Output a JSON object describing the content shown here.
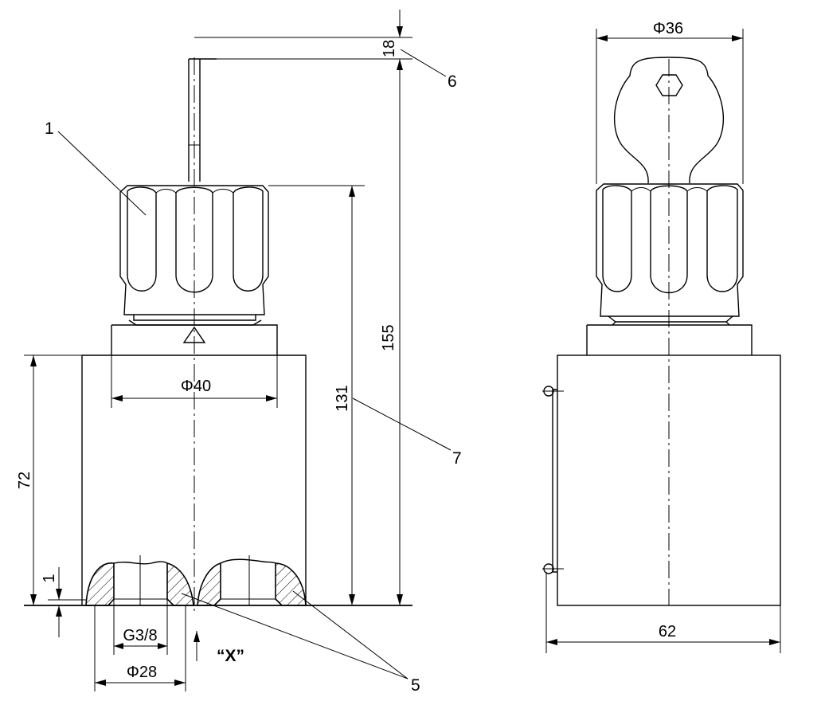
{
  "dimensions": {
    "phi36": "Φ36",
    "d18": "18",
    "d155": "155",
    "d131": "131",
    "phi40": "Φ40",
    "d72": "72",
    "d1": "1",
    "g38": "G3/8",
    "phi28": "Φ28",
    "d62": "62"
  },
  "callouts": {
    "c1": "1",
    "c5": "5",
    "c6": "6",
    "c7": "7"
  },
  "view_label": "“X”"
}
